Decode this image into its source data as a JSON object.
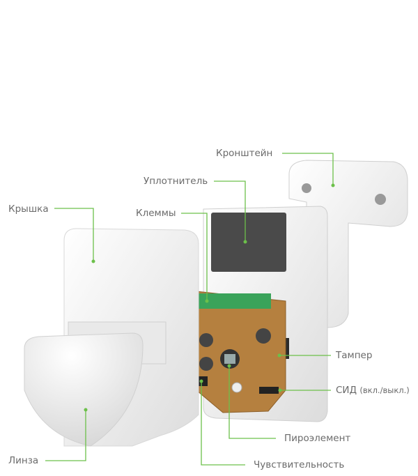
{
  "labels": {
    "bracket": "Кронштейн",
    "seal": "Уплотнитель",
    "cover": "Крышка",
    "terminals": "Клеммы",
    "tamper": "Тампер",
    "led": "СИД",
    "led_note": "(вкл./выкл.)",
    "pyro": "Пироэлемент",
    "sensitivity": "Чувствительность",
    "lens": "Линза"
  },
  "colors": {
    "leader": "#6cc04a",
    "text": "#6a6a6a",
    "pcb": "#b5803f",
    "foam": "#4a4a4a"
  }
}
